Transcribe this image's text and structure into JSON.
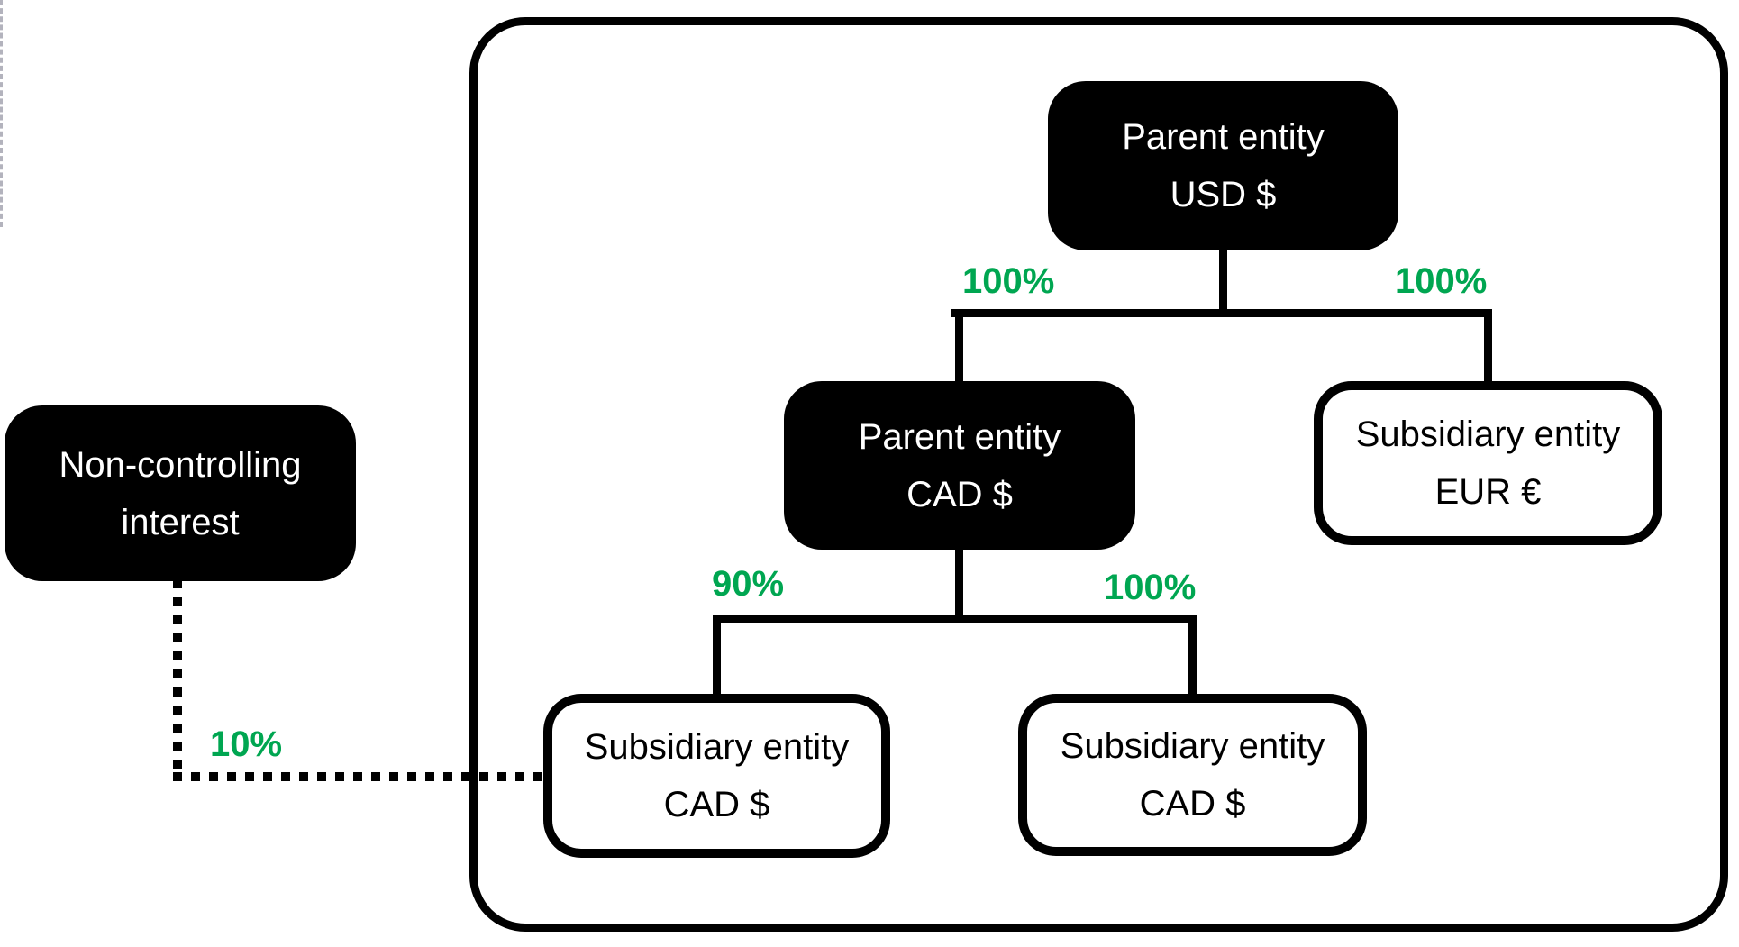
{
  "colors": {
    "accent_green": "#00a651",
    "node_black": "#000000",
    "line_black": "#000000",
    "edge_artifact_gray": "#b3b3bd"
  },
  "nodes": {
    "parent_usd": {
      "line1": "Parent entity",
      "line2": "USD $"
    },
    "parent_cad": {
      "line1": "Parent entity",
      "line2": "CAD $"
    },
    "sub_eur": {
      "line1": "Subsidiary entity",
      "line2": "EUR €"
    },
    "sub_cad_left": {
      "line1": "Subsidiary entity",
      "line2": "CAD $"
    },
    "sub_cad_right": {
      "line1": "Subsidiary entity",
      "line2": "CAD $"
    },
    "nci": {
      "line1": "Non-controlling",
      "line2": "interest"
    }
  },
  "ownership_labels": {
    "usd_to_cad": "100%",
    "usd_to_eur": "100%",
    "cad_to_sub_left": "90%",
    "cad_to_sub_right": "100%",
    "nci_to_sub_left": "10%"
  }
}
